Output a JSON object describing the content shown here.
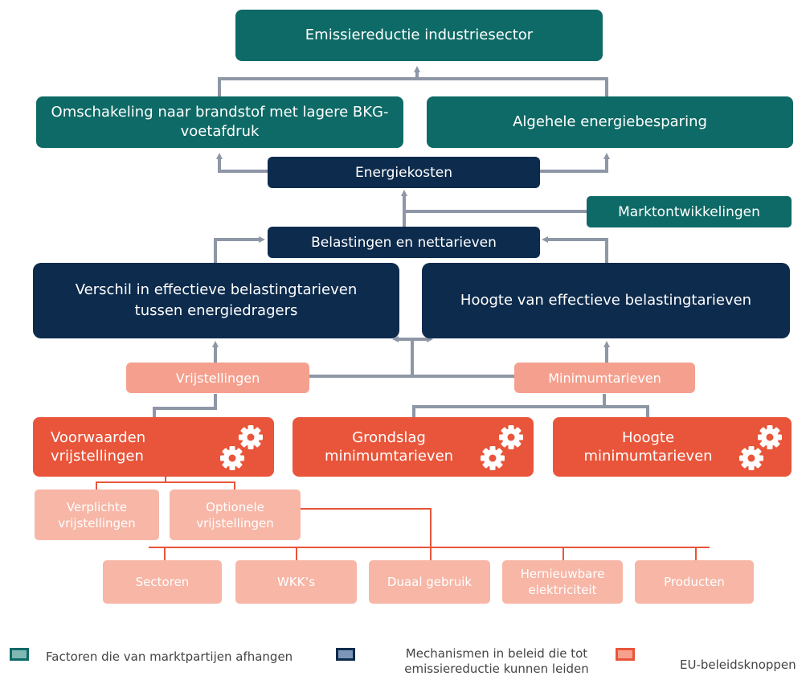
{
  "colors": {
    "teal": "#0e6a66",
    "navy": "#0d2b4d",
    "salmon": "#f5a08e",
    "orange": "#e8553a",
    "light": "#f7b6a6",
    "connector_gray": "#8e97a6",
    "connector_orange": "#e8553a"
  },
  "nodes": {
    "top": "Emissiereductie industriesector",
    "omschakeling": "Omschakeling naar brandstof met lagere BKG-voetafdruk",
    "besparing": "Algehele energiebesparing",
    "energiekosten": "Energiekosten",
    "marktontwikkelingen": "Marktontwikkelingen",
    "belastingen": "Belastingen en nettarieven",
    "verschil": "Verschil in effectieve belastingtarieven tussen energiedragers",
    "hoogte_effectief": "Hoogte van effectieve belastingtarieven",
    "vrijstellingen": "Vrijstellingen",
    "minimumtarieven": "Minimumtarieven",
    "voorwaarden": "Voorwaarden vrijstellingen",
    "grondslag": "Grondslag minimumtarieven",
    "hoogte_min": "Hoogte minimumtarieven",
    "verplichte": "Verplichte vrijstellingen",
    "optionele": "Optionele vrijstellingen",
    "sectoren": "Sectoren",
    "wkk": "WKK’s",
    "duaal": "Duaal gebruik",
    "hernieuwbare": "Hernieuwbare elektriciteit",
    "producten": "Producten"
  },
  "gear_icon": "gear-icon",
  "legend": {
    "markt": "Factoren die van marktpartijen afhangen",
    "mechanismen": "Mechanismen in beleid die tot emissiereductie kunnen leiden",
    "eu": "EU-beleidsknoppen"
  }
}
